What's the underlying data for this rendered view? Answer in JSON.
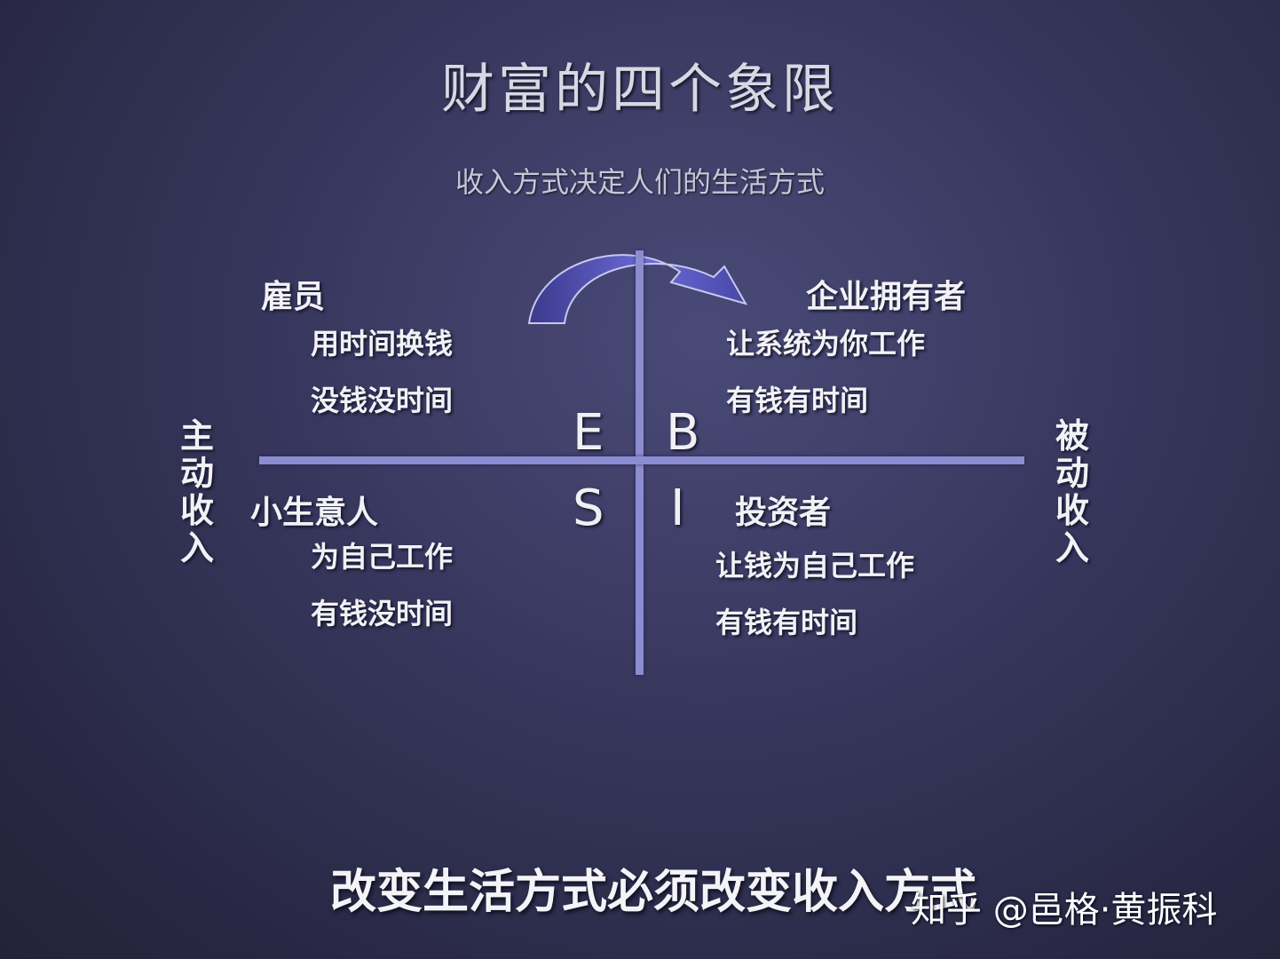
{
  "title": "财富的四个象限",
  "subtitle": "收入方式决定人们的生活方式",
  "quadrants": {
    "employee": {
      "letter": "E",
      "role": "雇员",
      "line1": "用时间换钱",
      "line2": "没钱没时间"
    },
    "business_owner": {
      "letter": "B",
      "role": "企业拥有者",
      "line1": "让系统为你工作",
      "line2": "有钱有时间"
    },
    "self_employed": {
      "letter": "S",
      "role": "小生意人",
      "line1": "为自己工作",
      "line2": "有钱没时间"
    },
    "investor": {
      "letter": "I",
      "role": "投资者",
      "line1": "让钱为自己工作",
      "line2": "有钱有时间"
    }
  },
  "side_labels": {
    "left": "主动收入",
    "right": "被动收入"
  },
  "bottom_text": "改变生活方式必须改变收入方式",
  "watermark": "知乎 @邑格·黄振科",
  "colors": {
    "axis": "#8c8cd2",
    "arrow_dark": "#3a3a8c",
    "arrow_light": "#6a6ad6"
  },
  "icons": {
    "arrow": "curved-arrow-right-icon"
  }
}
